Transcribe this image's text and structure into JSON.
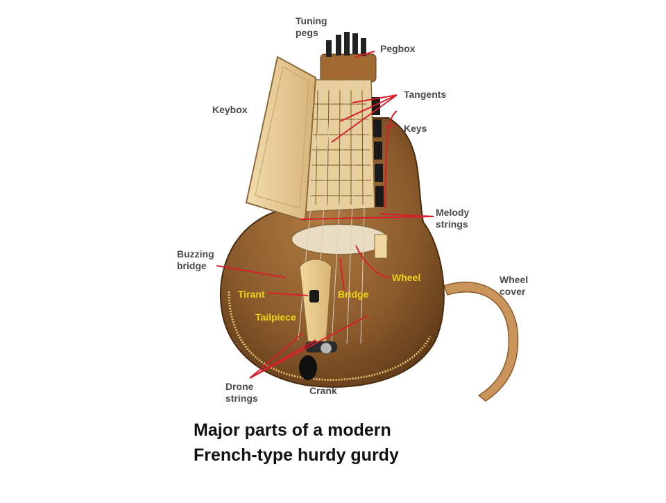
{
  "caption": "Major parts of a modern\nFrench-type hurdy gurdy",
  "labels": {
    "tuning_pegs": "Tuning\npegs",
    "pegbox": "Pegbox",
    "keybox": "Keybox",
    "tangents": "Tangents",
    "keys": "Keys",
    "melody_strings": "Melody\nstrings",
    "buzzing_bridge": "Buzzing\nbridge",
    "wheel": "Wheel",
    "wheel_cover": "Wheel\ncover",
    "tirant": "Tirant",
    "bridge": "Bridge",
    "tailpiece": "Tailpiece",
    "drone_strings": "Drone\nstrings",
    "crank": "Crank"
  },
  "colors": {
    "leader_line": "#d61f2b",
    "label_dark": "#4a4a4a",
    "label_yellow": "#f0d21a",
    "body_wood": "#8a5a2b",
    "lid_wood": "#e8c890"
  }
}
